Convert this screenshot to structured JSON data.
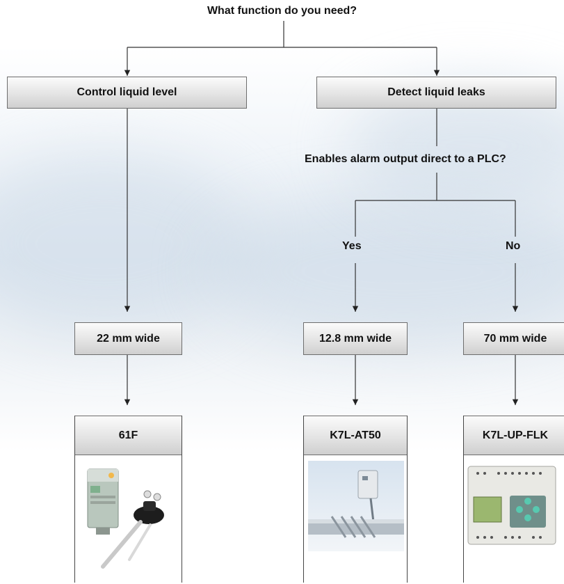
{
  "question": "What function do you need?",
  "functions": {
    "left": "Control liquid level",
    "right": "Detect liquid leaks"
  },
  "sub_question": "Enables alarm output direct to a PLC?",
  "answers": {
    "yes": "Yes",
    "no": "No"
  },
  "widths": {
    "left": "22 mm wide",
    "middle": "12.8 mm wide",
    "right": "70 mm wide"
  },
  "products": {
    "left": {
      "name": "61F",
      "image": "level-controller-with-probe"
    },
    "middle": {
      "name": "K7L-AT50",
      "image": "leak-sensor-on-pipe"
    },
    "right": {
      "name": "K7L-UP-FLK",
      "image": "programmable-relay-unit"
    }
  }
}
